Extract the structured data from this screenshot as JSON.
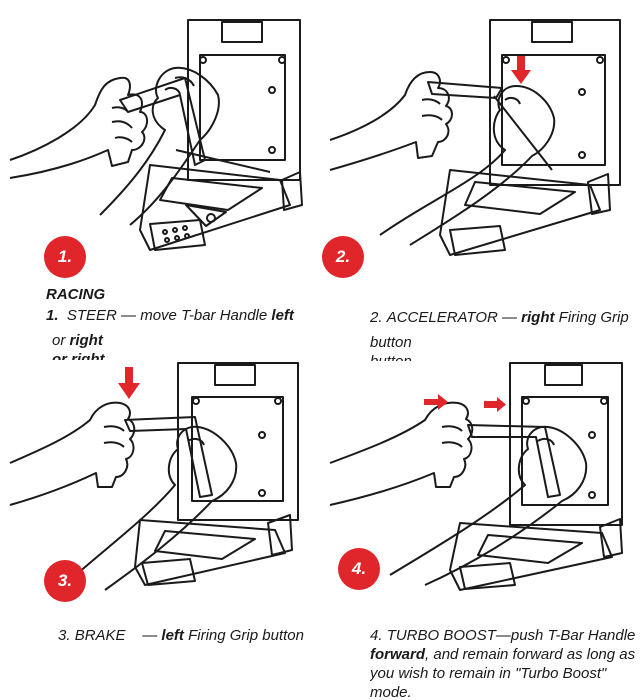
{
  "accent": "#e0262b",
  "section_heading": "RACING",
  "steps": [
    {
      "badge": "1.",
      "num": "1.",
      "name": "STEER",
      "sep": " — ",
      "t1": "move T-bar Handle ",
      "b1": "left",
      "line2a": "or ",
      "b2": "right",
      "ghost": "or right"
    },
    {
      "badge": "2.",
      "num": "2.",
      "name": "ACCELERATOR",
      "sep": " —",
      "b1": "right",
      "t1": " Firing Grip",
      "line2": "button",
      "ghost": "button"
    },
    {
      "badge": "3.",
      "num": "3.",
      "name": "BRAKE",
      "sep": " —",
      "b1": "left",
      "t1": " Firing Grip button"
    },
    {
      "badge": "4.",
      "num": "4.",
      "name": "TURBO BOOST",
      "sep": "—",
      "t1": "push T-Bar Handle",
      "b1": "forward",
      "t2": ", and remain forward as long as",
      "line3": "you wish to remain in \"Turbo Boost\"",
      "line4": "mode."
    }
  ]
}
